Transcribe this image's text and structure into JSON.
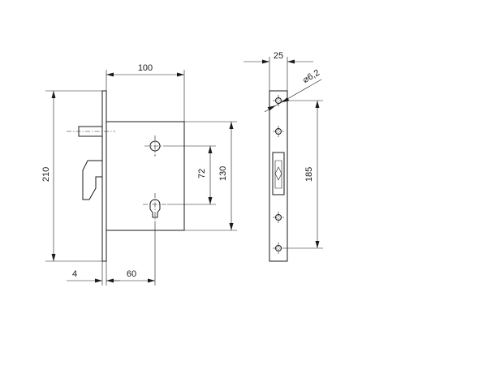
{
  "dimensions": {
    "width_100": "100",
    "height_210": "210",
    "spacing_72": "72",
    "height_130": "130",
    "offset_4": "4",
    "backset_60": "60",
    "faceplate_25": "25",
    "hole_diameter": "⌀6,2",
    "screw_spacing_185": "185"
  }
}
